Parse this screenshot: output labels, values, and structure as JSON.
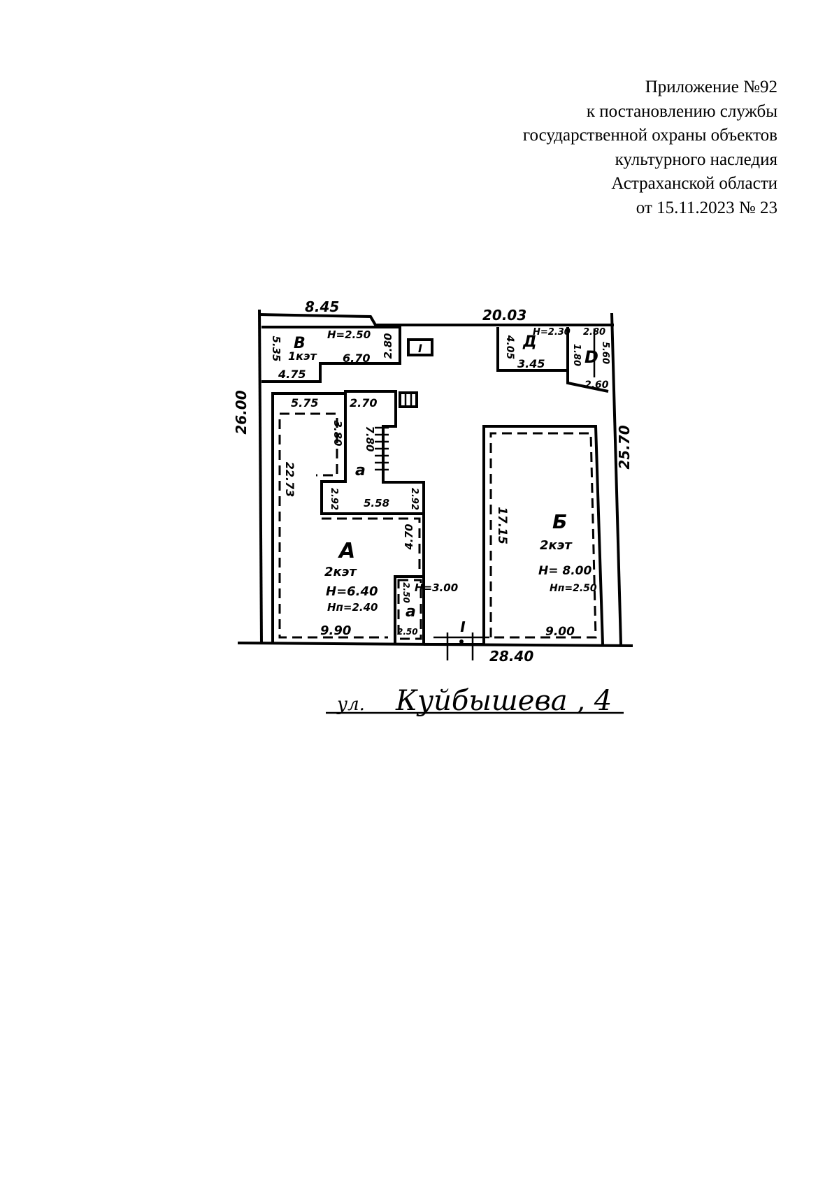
{
  "header": {
    "lines": [
      "Приложение №92",
      "к постановлению службы",
      "государственной охраны объектов",
      "культурного наследия",
      "Астраханской области",
      "от 15.11.2023 № 23"
    ]
  },
  "plan": {
    "dimensions": {
      "top_left": "8.45",
      "top_right": "20.03",
      "left_side": "26.00",
      "right_side": "25.70",
      "bottom": "28.40"
    },
    "outbuilding_left": {
      "letter": "В",
      "floors": "1кэт",
      "height": "Н=2.50",
      "dims": [
        "5.35",
        "6.70",
        "2.80",
        "4.75"
      ]
    },
    "marker_box": "I",
    "outbuilding_mid": {
      "letter": "Д",
      "height": "Н=2.30",
      "dims": [
        "4.05",
        "3.45",
        "2.80"
      ]
    },
    "outbuilding_right": {
      "letter": "D",
      "dims": [
        "1.80",
        "5.60",
        "2.60"
      ]
    },
    "building_a": {
      "letter": "А",
      "floors": "2кэт",
      "height": "Н=6.40",
      "height_sub": "Нп=2.40",
      "wing_letter": "а",
      "annex_letter": "а",
      "annex_height": "Н=3.00",
      "dims": [
        "5.75",
        "2.70",
        "3.80",
        "7.80",
        "2.92",
        "22.73",
        "5.58",
        "2.92",
        "4.70",
        "9.90",
        "2.50",
        "2.50"
      ]
    },
    "building_b": {
      "letter": "Б",
      "floors": "2кэт",
      "height": "Н= 8.00",
      "height_sub": "Нп=2.50",
      "dims": [
        "17.15",
        "9.00"
      ]
    },
    "gate_marker": "I",
    "street_label": "ул.",
    "street_name": "Куйбышева , 4"
  }
}
